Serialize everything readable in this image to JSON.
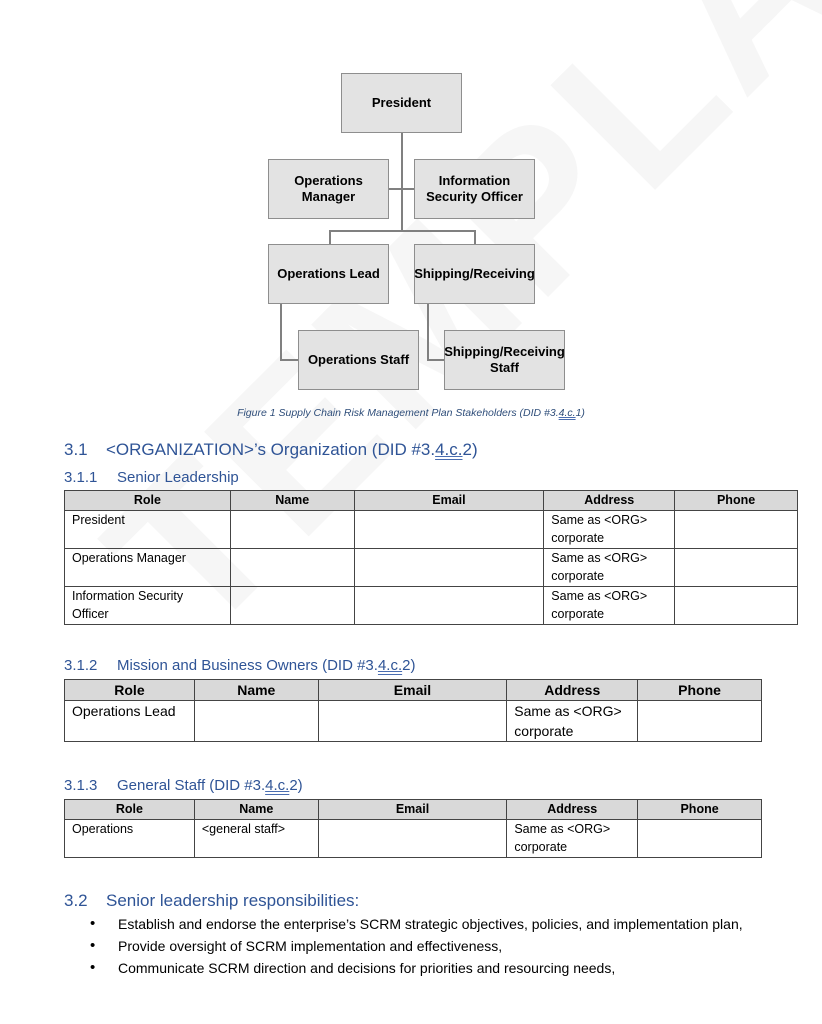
{
  "watermark": "TEMPLATE",
  "org_chart": {
    "president": "President",
    "operations_manager": "Operations Manager",
    "iso": "Information Security Officer",
    "operations_lead": "Operations Lead",
    "shipping_receiving": "Shipping/Receiving",
    "operations_staff": "Operations Staff",
    "shipping_staff": "Shipping/Receiving Staff"
  },
  "caption": {
    "prefix": "Figure 1 Supply Chain Risk Management Plan Stakeholders (DID #3.",
    "ref": "4.c.",
    "suffix": "1)"
  },
  "section_3_1": {
    "num": "3.1",
    "prefix": "<ORGANIZATION>’s Organization (DID #3.",
    "ref": "4.c.",
    "suffix": "2)"
  },
  "section_3_1_1": {
    "num": "3.1.1",
    "title": "Senior Leadership"
  },
  "section_3_1_2": {
    "num": "3.1.2",
    "prefix": "Mission and Business Owners (DID #3.",
    "ref": "4.c.",
    "suffix": "2)"
  },
  "section_3_1_3": {
    "num": "3.1.3",
    "prefix": "General Staff (DID #3.",
    "ref": "4.c.",
    "suffix": "2)"
  },
  "section_3_2": {
    "num": "3.2",
    "title": "Senior leadership responsibilities:"
  },
  "headers": [
    "Role",
    "Name",
    "Email",
    "Address",
    "Phone"
  ],
  "senior_leadership_rows": [
    [
      "President",
      "",
      "",
      "Same as <ORG> corporate",
      ""
    ],
    [
      "Operations Manager",
      "",
      "",
      "Same as <ORG> corporate",
      ""
    ],
    [
      "Information Security Officer",
      "",
      "",
      "Same as <ORG> corporate",
      ""
    ]
  ],
  "mission_rows": [
    [
      "Operations Lead",
      "",
      "",
      "Same as <ORG> corporate",
      ""
    ]
  ],
  "general_rows": [
    [
      "Operations",
      "<general staff>",
      "",
      "Same as <ORG> corporate",
      ""
    ]
  ],
  "responsibilities": [
    "Establish and endorse the enterprise’s SCRM strategic objectives, policies, and implementation plan,",
    "Provide oversight of SCRM implementation and effectiveness,",
    "Communicate SCRM direction and decisions for priorities and resourcing needs,"
  ]
}
